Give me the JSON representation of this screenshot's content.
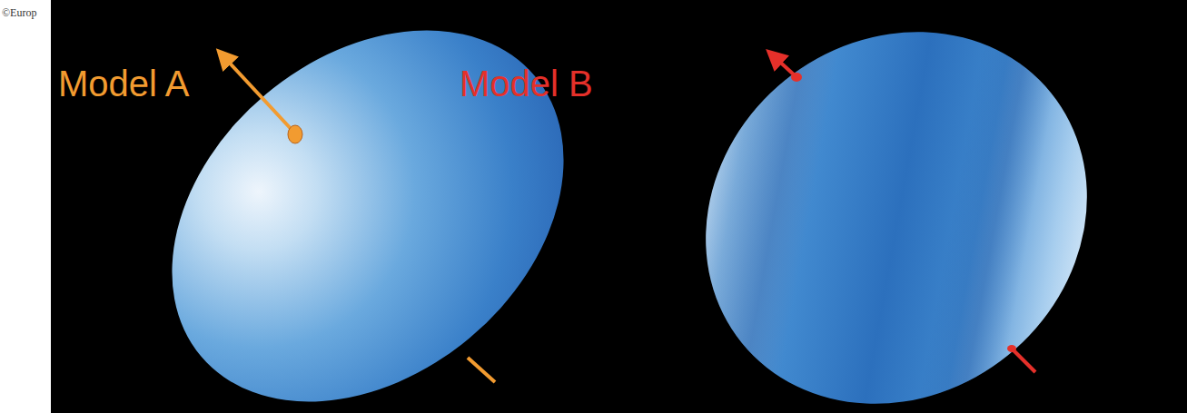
{
  "diagram": {
    "labels": [
      "©Europ",
      "Model A",
      "Model B"
    ]
  }
}
